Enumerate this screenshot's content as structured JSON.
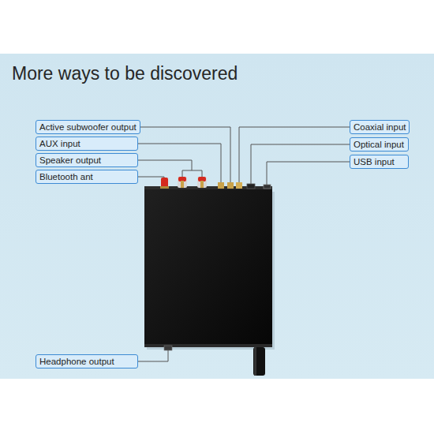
{
  "diagram": {
    "title": "More ways to be discovered",
    "nodes": [
      {
        "text": [
          "Active subwoofer output"
        ]
      },
      {
        "text": [
          "Coaxial input"
        ]
      },
      {
        "text": [
          "AUX input"
        ]
      },
      {
        "text": [
          "Optical input"
        ]
      },
      {
        "text": [
          "Speaker output"
        ]
      },
      {
        "text": [
          "USB input"
        ]
      },
      {
        "text": [
          "Bluetooth ant"
        ]
      },
      {
        "text": [
          "Headphone output"
        ]
      }
    ]
  }
}
